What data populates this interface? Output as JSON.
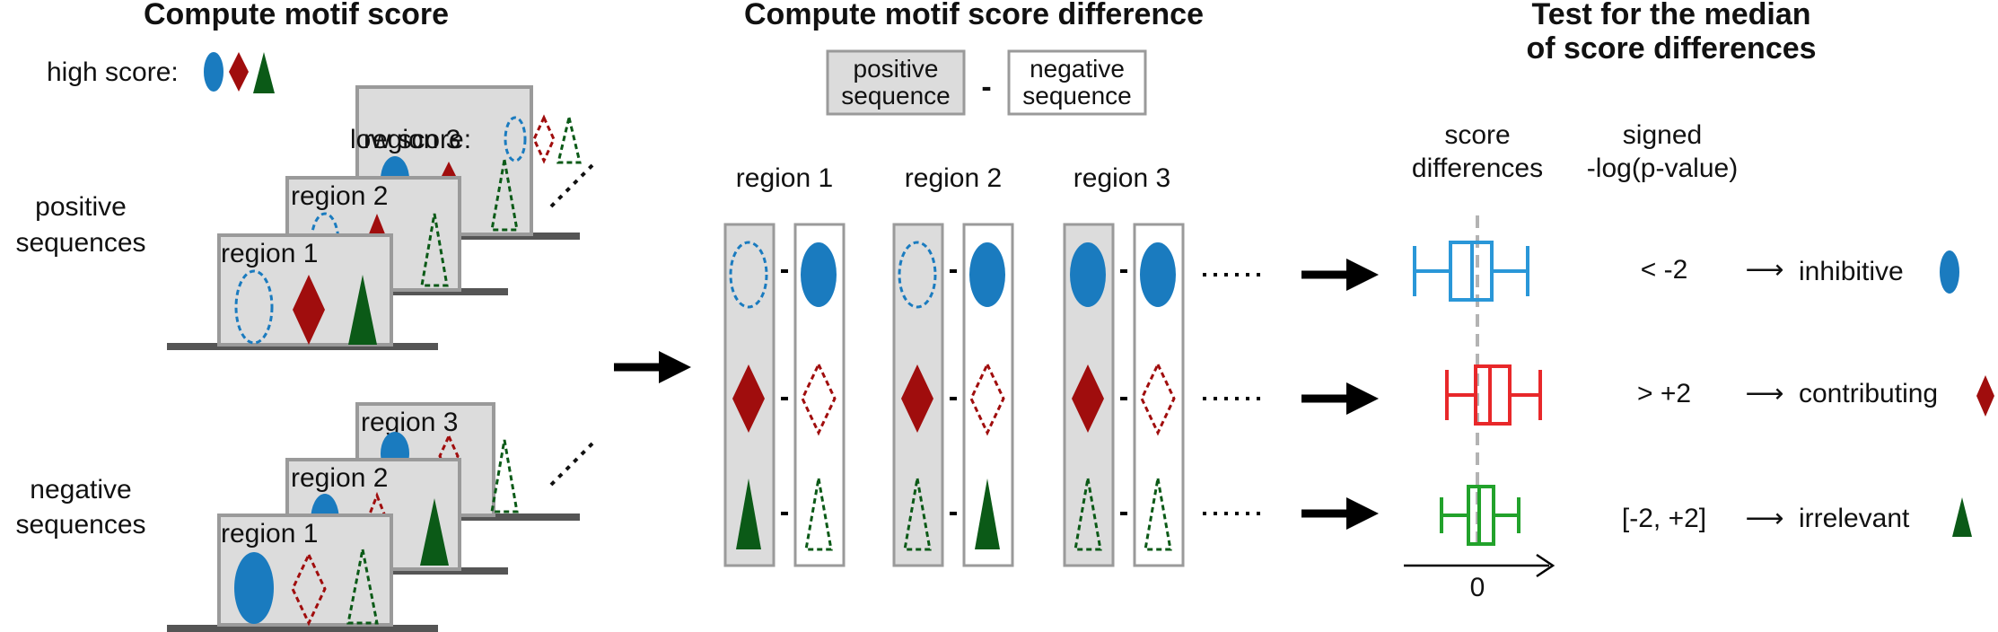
{
  "left": {
    "title": "Compute motif score",
    "high_score_label": "high score:",
    "low_score_label": "low score:",
    "positive_label_line1": "positive",
    "positive_label_line2": "sequences",
    "negative_label_line1": "negative",
    "negative_label_line2": "sequences",
    "region_labels": [
      "region 1",
      "region 2",
      "region 3"
    ]
  },
  "middle": {
    "title": "Compute motif score difference",
    "positive_box": [
      "positive",
      "sequence"
    ],
    "minus": "-",
    "negative_box": [
      "negative",
      "sequence"
    ],
    "region_labels": [
      "region 1",
      "region 2",
      "region 3"
    ]
  },
  "right": {
    "title_line1": "Test for the median",
    "title_line2": "of score differences",
    "col1_line1": "score",
    "col1_line2": "differences",
    "col2_line1": "signed",
    "col2_line2": "-log(p-value)",
    "axis_zero": "0",
    "rows": [
      {
        "threshold": "< -2",
        "arrow": "⟶",
        "label": "inhibitive"
      },
      {
        "threshold": "> +2",
        "arrow": "⟶",
        "label": "contributing"
      },
      {
        "threshold": "[-2, +2]",
        "arrow": "⟶",
        "label": "irrelevant"
      }
    ]
  },
  "colors": {
    "blue": "#1a7bbf",
    "red": "#a00d0d",
    "green": "#0b5a17",
    "box_blue": "#2a97d8",
    "box_red": "#e8282a",
    "box_green": "#22a22b",
    "panel_gray": "#dcdcdc",
    "border_gray": "#9a9a9a",
    "shelf": "#555555"
  }
}
